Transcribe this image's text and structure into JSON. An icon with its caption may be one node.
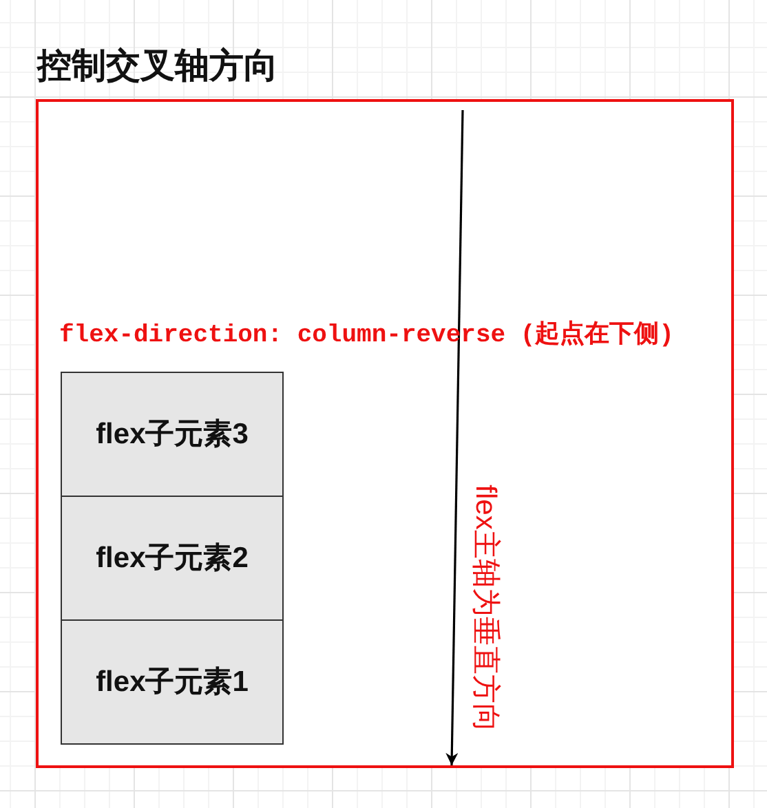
{
  "diagram": {
    "nodes": [
      {
        "text": [
          "控制交叉轴方向"
        ]
      },
      {
        "text": [
          "flex子元素3"
        ],
        "in": 0
      },
      {
        "text": [
          "flex子元素2"
        ],
        "in": 0
      },
      {
        "text": [
          "flex子元素1"
        ],
        "in": 0
      }
    ],
    "labels": [
      "flex-direction: column-reverse (起点在下侧)",
      "flex主轴为垂直方向"
    ]
  }
}
